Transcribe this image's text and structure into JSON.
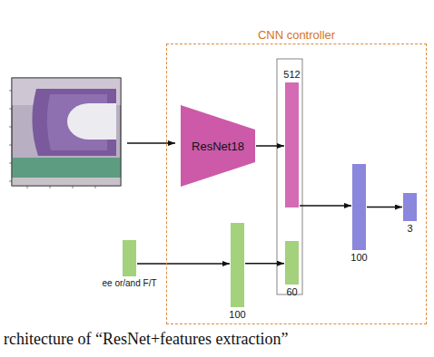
{
  "diagram": {
    "caption": "rchitecture of “ResNet+features extraction”",
    "nodes": [
      {
        "text": [
          "CNN controller"
        ]
      },
      {
        "text": [
          "ResNet18"
        ],
        "in": 0
      },
      {
        "text": [
          "512"
        ],
        "in": 0
      },
      {
        "text": [
          "60"
        ],
        "in": 0
      },
      {
        "text": [
          "ee or/and F/T"
        ]
      },
      {
        "text": [
          "100"
        ],
        "in": 0
      },
      {
        "text": [
          "100"
        ],
        "in": 0
      },
      {
        "text": [
          "3"
        ],
        "in": 0
      }
    ],
    "edges": [
      {
        "from": 1,
        "to": 2,
        "arrow": "to"
      },
      {
        "from": 4,
        "to": 5,
        "arrow": "to"
      },
      {
        "from": 5,
        "to": 3,
        "arrow": "to"
      },
      {
        "from": 2,
        "to": 6,
        "arrow": "to"
      },
      {
        "from": 6,
        "to": 7,
        "arrow": "to"
      }
    ]
  }
}
